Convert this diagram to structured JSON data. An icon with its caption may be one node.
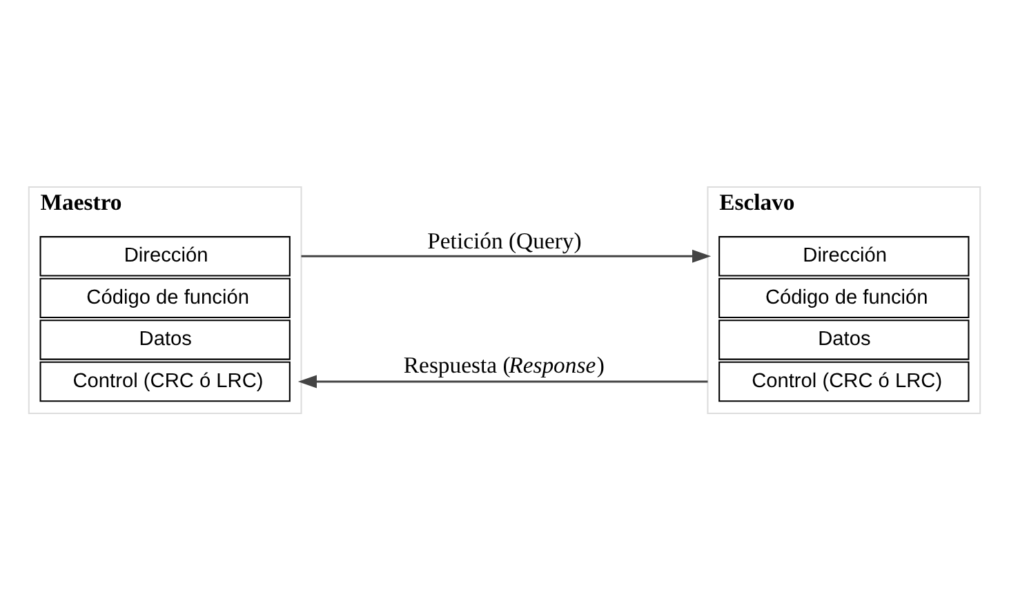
{
  "diagram": {
    "nodes": [
      {
        "text": [
          "Maestro"
        ]
      },
      {
        "text": [
          "Dirección"
        ],
        "in": 0
      },
      {
        "text": [
          "Código de función"
        ],
        "in": 0
      },
      {
        "text": [
          "Datos"
        ],
        "in": 0
      },
      {
        "text": [
          "Control (CRC ó LRC)"
        ],
        "in": 0
      },
      {
        "text": [
          "Esclavo"
        ]
      },
      {
        "text": [
          "Dirección"
        ],
        "in": 5
      },
      {
        "text": [
          "Código de función"
        ],
        "in": 5
      },
      {
        "text": [
          "Datos"
        ],
        "in": 5
      },
      {
        "text": [
          "Control (CRC ó LRC)"
        ],
        "in": 5
      }
    ],
    "edges": [
      {
        "from": 0,
        "to": 5,
        "arrow": "to",
        "label": "Petición (Query)"
      },
      {
        "from": 5,
        "to": 0,
        "arrow": "to",
        "label": "Respuesta (*Response*)"
      }
    ]
  }
}
